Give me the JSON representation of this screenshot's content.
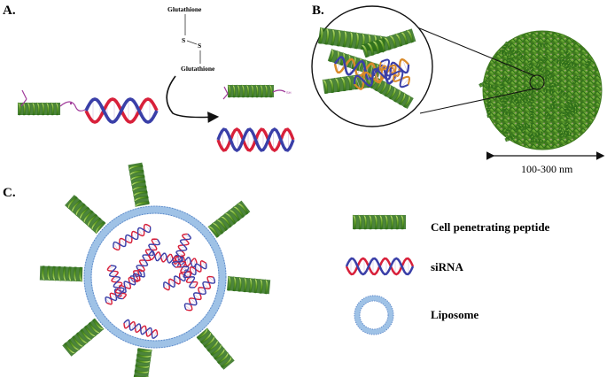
{
  "panels": {
    "a": "A.",
    "b": "B.",
    "c": "C."
  },
  "panel_a": {
    "glutathione_top": "Glutathione",
    "glutathione_bottom": "Glutathione",
    "sulfur_1": "S",
    "sulfur_2": "S",
    "thiol_label": "SH"
  },
  "panel_b": {
    "scale_label": "100-300 nm"
  },
  "legend": {
    "peptide": "Cell penetrating peptide",
    "sirna": "siRNA",
    "liposome": "Liposome"
  },
  "colors": {
    "peptide_light": "#8fc43a",
    "peptide_dark": "#2e6e1a",
    "rna_red": "#d8203a",
    "rna_blue": "#3a3fa8",
    "rna_orange": "#d98a2a",
    "linker": "#a03a9a",
    "liposome": "#5a86c8",
    "liposome_mesh": "#9fc2e6"
  }
}
